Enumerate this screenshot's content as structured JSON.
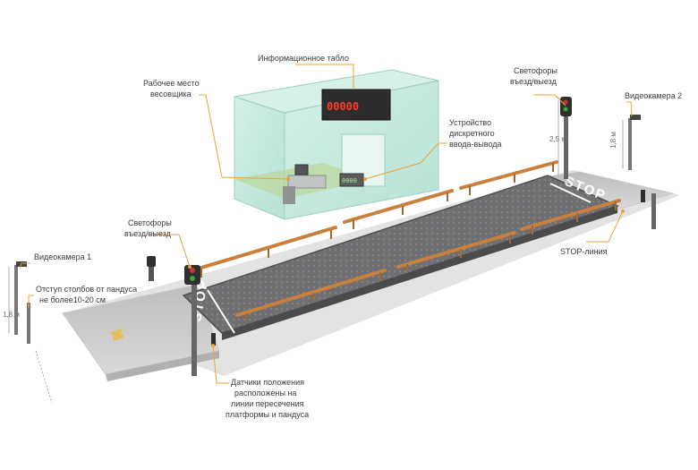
{
  "colors": {
    "accent": "#e8a33d",
    "platform": "#6f6f72",
    "rail": "#c9803d",
    "booth_glass": "#b9e3d8",
    "display_digits": "#ff3b2f"
  },
  "labels": {
    "info_board": "Информационное табло",
    "weigher_workplace_line1": "Рабочее место",
    "weigher_workplace_line2": "весовщика",
    "io_device_line1": "Устройство",
    "io_device_line2": "дискретного",
    "io_device_line3": "ввода-вывода",
    "traffic_lights_right_line1": "Светофоры",
    "traffic_lights_right_line2": "въезд/выезд",
    "camera_2": "Видеокамера 2",
    "traffic_lights_left_line1": "Светофоры",
    "traffic_lights_left_line2": "въезд/выезд",
    "stop_line": "STOP-линия",
    "camera_1": "Видеокамера 1",
    "pole_offset_line1": "Отступ столбов от пандуса",
    "pole_offset_line2": "не более10-20 см",
    "sensors_line1": "Датчики положения",
    "sensors_line2": "расположены на",
    "sensors_line3": "линии пересечения",
    "sensors_line4": "платформы и пандуса"
  },
  "dimensions": {
    "pole_height_right": "2,5 м",
    "camera_height_right": "1,8 м",
    "camera_height_left": "1,8 м"
  },
  "markings": {
    "stop_left": "STOP",
    "stop_right": "STOP",
    "display_value": "00000",
    "display_small": "0000"
  }
}
